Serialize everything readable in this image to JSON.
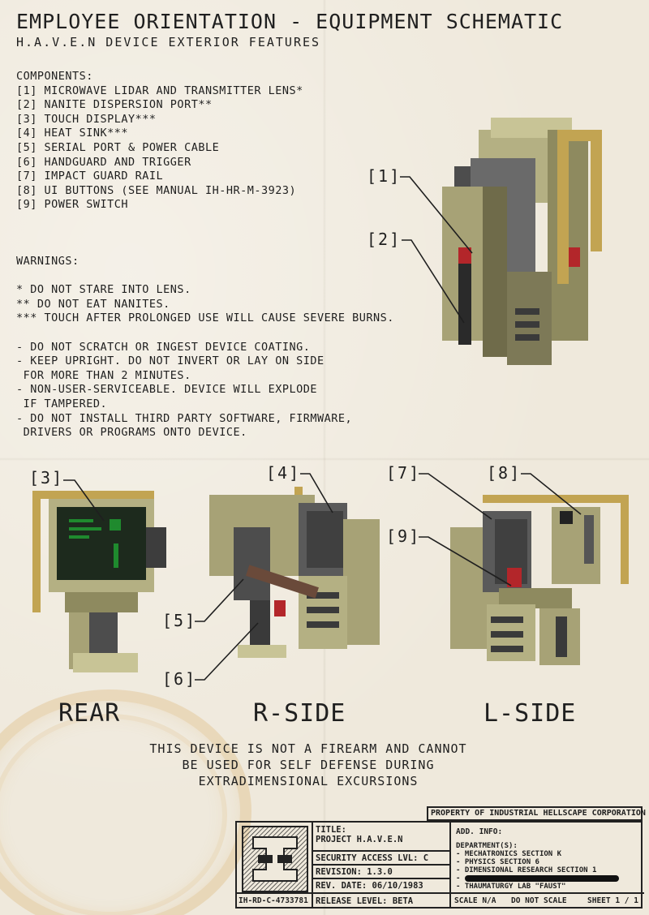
{
  "header": {
    "title": "EMPLOYEE ORIENTATION - EQUIPMENT SCHEMATIC",
    "subtitle": "H.A.V.E.N DEVICE EXTERIOR FEATURES"
  },
  "components": {
    "heading": "COMPONENTS:",
    "items": [
      "[1] MICROWAVE LIDAR AND TRANSMITTER LENS*",
      "[2] NANITE DISPERSION PORT**",
      "[3] TOUCH DISPLAY***",
      "[4] HEAT SINK***",
      "[5] SERIAL PORT & POWER CABLE",
      "[6] HANDGUARD AND TRIGGER",
      "[7] IMPACT GUARD RAIL",
      "[8] UI BUTTONS (SEE MANUAL IH-HR-M-3923)",
      "[9] POWER SWITCH"
    ]
  },
  "warnings": {
    "heading": "WARNINGS:",
    "notes": [
      "* DO NOT STARE INTO LENS.",
      "** DO NOT EAT NANITES.",
      "*** TOUCH AFTER PROLONGED USE WILL CAUSE SEVERE BURNS."
    ],
    "rules": [
      "- DO NOT SCRATCH OR INGEST DEVICE COATING.",
      "- KEEP UPRIGHT. DO NOT INVERT OR LAY ON SIDE",
      " FOR MORE THAN 2 MINUTES.",
      "- NON-USER-SERVICEABLE. DEVICE WILL EXPLODE",
      " IF TAMPERED.",
      "- DO NOT INSTALL THIRD PARTY SOFTWARE, FIRMWARE,",
      " DRIVERS OR PROGRAMS ONTO DEVICE."
    ]
  },
  "callouts": {
    "c1": "[1]",
    "c2": "[2]",
    "c3": "[3]",
    "c4": "[4]",
    "c5": "[5]",
    "c6": "[6]",
    "c7": "[7]",
    "c8": "[8]",
    "c9": "[9]"
  },
  "views": {
    "rear": "REAR",
    "rside": "R-SIDE",
    "lside": "L-SIDE"
  },
  "disclaimer": [
    "THIS DEVICE IS NOT A FIREARM AND CANNOT",
    "BE USED FOR SELF DEFENSE DURING",
    "EXTRADIMENSIONAL EXCURSIONS"
  ],
  "title_block": {
    "property": "PROPERTY OF INDUSTRIAL HELLSCAPE CORPORATION",
    "title_label": "TITLE:",
    "title_value": "PROJECT H.A.V.E.N",
    "security": "SECURITY ACCESS LVL: C",
    "revision": "REVISION: 1.3.0",
    "rev_date": "REV. DATE: 06/10/1983",
    "release": "RELEASE LEVEL: BETA",
    "doc_id": "IH-RD-C-4733781",
    "add_info": "ADD. INFO:",
    "departments_label": "DEPARTMENT(S):",
    "departments": [
      "- MECHATRONICS SECTION K",
      "- PHYSICS SECTION 6",
      "- DIMENSIONAL RESEARCH SECTION 1",
      "-",
      "- THAUMATURGY LAB \"FAUST\""
    ],
    "scale": "SCALE N/A",
    "do_not_scale": "DO NOT SCALE",
    "sheet": "SHEET 1 / 1"
  },
  "colors": {
    "paper": "#efe9dc",
    "olive": "#a7a276",
    "olive_dark": "#6f6b4a",
    "steel": "#5a5a5a",
    "accent_red": "#b3262a",
    "screen_green": "#1f8a2e",
    "rail_gold": "#c2a452"
  }
}
